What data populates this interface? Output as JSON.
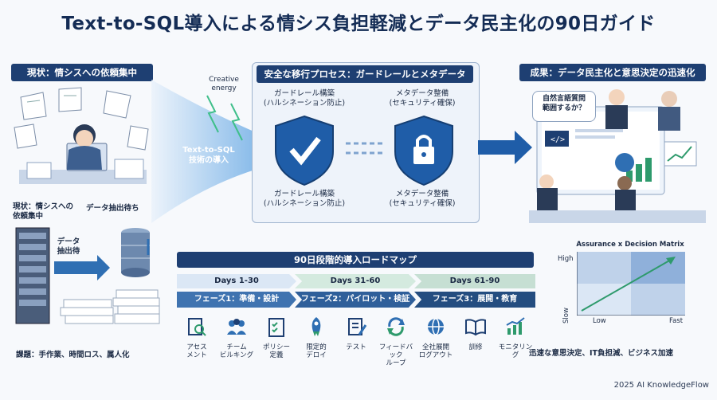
{
  "title": "Text-to-SQL導入による情シス負担軽減とデータ民主化の90日ガイド",
  "left": {
    "header": "現状：情シスへの依頼集中",
    "label_concentration": "現状：情シスへの\n依頼集中",
    "label_waiting": "データ抽出待ち",
    "label_waiting2": "データ\n抽出待",
    "issue": "課題：手作業、時間ロス、属人化"
  },
  "flow": {
    "creative_energy": "Creative\nenergy",
    "tech_intro": "Text-to-SQL\n技術の導入"
  },
  "center": {
    "header": "安全な移行プロセス：ガードレールとメタデータ",
    "guardrail_top": "ガードレール構築\n(ハルシネーション防止)",
    "metadata_top": "メタデータ整備\n(セキュリティ確保)",
    "guardrail_bottom": "ガードレール構築\n(ハルシネーション防止)",
    "metadata_bottom": "メタデータ整備\n(セキュリティ確保)"
  },
  "right": {
    "header": "成果：データ民主化と意思決定の迅速化",
    "bubble": "自然言語質問\n範囲するか？",
    "matrix_title": "Assurance x Decision Matrix",
    "axis_high": "High",
    "axis_slow": "Slow",
    "axis_low": "Low",
    "axis_fast": "Fast",
    "outcome": "迅速な意思決定、IT負担減、ビジネス加速"
  },
  "roadmap": {
    "header": "90日段階的導入ロードマップ",
    "phases": [
      {
        "days": "Days 1-30",
        "name": "フェーズ1：準備・設計"
      },
      {
        "days": "Days 31-60",
        "name": "フェーズ2：パイロット・検証"
      },
      {
        "days": "Days 61-90",
        "name": "フェーズ3：展開・教育"
      }
    ],
    "steps": [
      {
        "icon": "assessment-icon",
        "label": "アセス\nメント"
      },
      {
        "icon": "team-building-icon",
        "label": "チーム\nビルキング"
      },
      {
        "icon": "policy-icon",
        "label": "ポリシー\n定義"
      },
      {
        "icon": "rocket-icon",
        "label": "限定的\nデロイ"
      },
      {
        "icon": "test-icon",
        "label": "テスト"
      },
      {
        "icon": "feedback-loop-icon",
        "label": "フィードバック\nループ"
      },
      {
        "icon": "globe-icon",
        "label": "全社展開\nログアウト"
      },
      {
        "icon": "book-icon",
        "label": "訓修"
      },
      {
        "icon": "monitoring-icon",
        "label": "モニタリング"
      }
    ]
  },
  "footer": "2025 AI KnowledgeFlow",
  "colors": {
    "navy": "#1e3f72",
    "accent": "#2f6fb3",
    "green": "#2e9a6c",
    "light": "#dbe7f5"
  }
}
